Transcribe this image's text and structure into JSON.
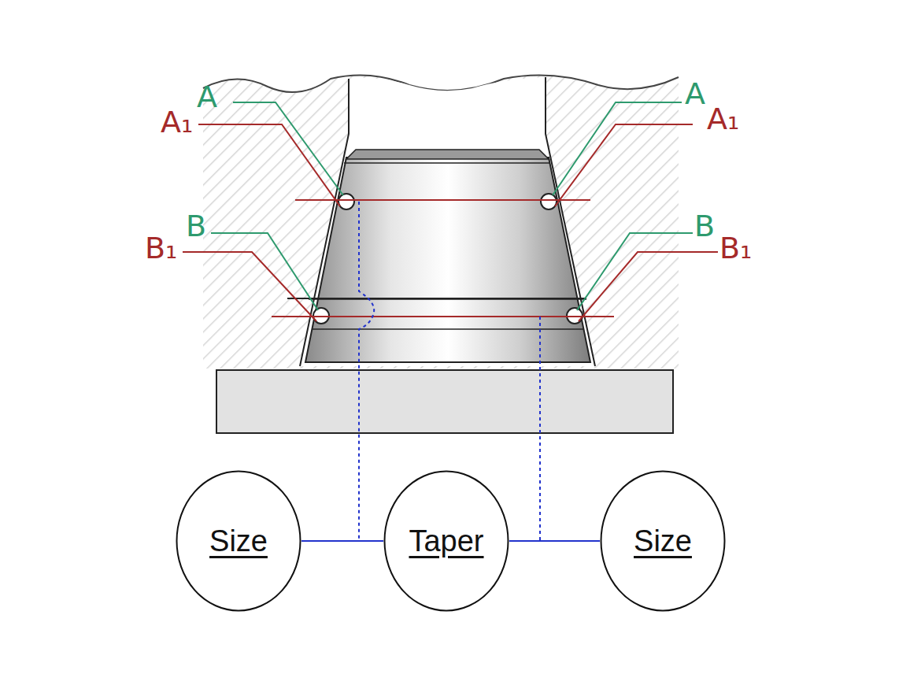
{
  "diagram": {
    "nodes": [
      {
        "text": [
          "Size"
        ]
      },
      {
        "text": [
          "Taper"
        ]
      },
      {
        "text": [
          "Size"
        ]
      }
    ],
    "edges": [
      {
        "from": 0,
        "to": 1,
        "arrow": "none"
      },
      {
        "from": 1,
        "to": 2,
        "arrow": "none"
      }
    ],
    "labels": [
      "A",
      "A₁",
      "B",
      "B₁",
      "A",
      "A₁",
      "B",
      "B₁"
    ]
  }
}
